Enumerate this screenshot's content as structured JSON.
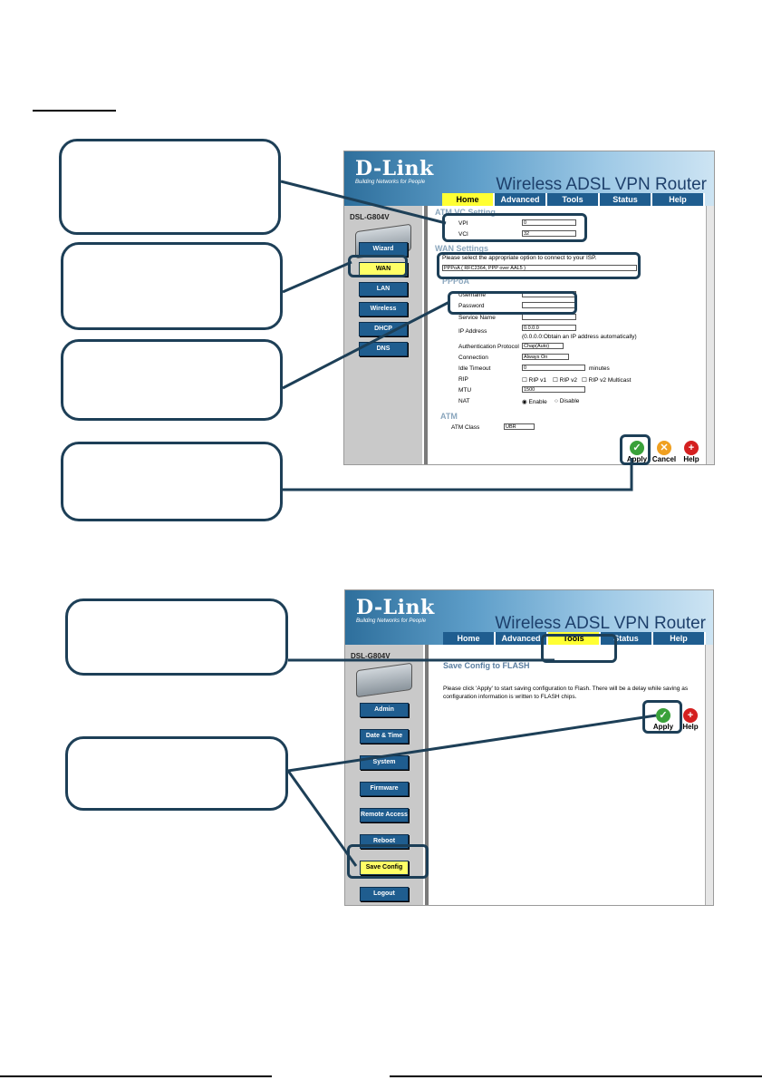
{
  "shot1": {
    "logo": "D-Link",
    "tagline": "Building Networks for People",
    "product": "Wireless ADSL VPN Router",
    "model": "DSL-G804V",
    "tabs": [
      {
        "label": "Home",
        "active": true
      },
      {
        "label": "Advanced",
        "active": false
      },
      {
        "label": "Tools",
        "active": false
      },
      {
        "label": "Status",
        "active": false
      },
      {
        "label": "Help",
        "active": false
      }
    ],
    "nav": [
      {
        "label": "Wizard",
        "active": false
      },
      {
        "label": "WAN",
        "active": true
      },
      {
        "label": "LAN",
        "active": false
      },
      {
        "label": "Wireless",
        "active": false
      },
      {
        "label": "DHCP",
        "active": false
      },
      {
        "label": "DNS",
        "active": false
      }
    ],
    "atm_vc_section": "ATM VC Setting",
    "vpi_label": "VPI",
    "vpi_value": "0",
    "vci_label": "VCI",
    "vci_value": "32",
    "wan_section": "WAN Settings",
    "wan_prompt": "Please select the appropriate option to connect to your ISP.",
    "wan_option": "PPPoA ( RFC2364, PPP over AAL5 )",
    "pppoa_section": "PPPoA",
    "username_label": "Username",
    "password_label": "Password",
    "service_name_label": "Service Name",
    "ip_address_label": "IP Address",
    "ip_address_value": "0.0.0.0",
    "ip_hint": "(0.0.0.0:Obtain an IP address automatically)",
    "auth_label": "Authentication Protocol",
    "auth_value": "Chap(Auto)",
    "connection_label": "Connection",
    "connection_value": "Always On",
    "idle_label": "Idle Timeout",
    "idle_value": "0",
    "idle_unit": "minutes",
    "rip_label": "RIP",
    "rip_opt1": "RIP v1",
    "rip_opt2": "RIP v2",
    "rip_opt3": "RIP v2 Multicast",
    "mtu_label": "MTU",
    "mtu_value": "1500",
    "nat_label": "NAT",
    "nat_enable": "Enable",
    "nat_disable": "Disable",
    "atm_section": "ATM",
    "atm_class_label": "ATM Class",
    "atm_class_value": "UBR",
    "apply_label": "Apply",
    "cancel_label": "Cancel",
    "help_label": "Help"
  },
  "shot2": {
    "logo": "D-Link",
    "tagline": "Building Networks for People",
    "product": "Wireless ADSL VPN Router",
    "model": "DSL-G804V",
    "tabs": [
      {
        "label": "Home",
        "active": false
      },
      {
        "label": "Advanced",
        "active": false
      },
      {
        "label": "Tools",
        "active": true
      },
      {
        "label": "Status",
        "active": false
      },
      {
        "label": "Help",
        "active": false
      }
    ],
    "nav": [
      {
        "label": "Admin",
        "active": false
      },
      {
        "label": "Date & Time",
        "active": false
      },
      {
        "label": "System",
        "active": false
      },
      {
        "label": "Firmware",
        "active": false
      },
      {
        "label": "Remote Access",
        "active": false
      },
      {
        "label": "Reboot",
        "active": false
      },
      {
        "label": "Save Config",
        "active": true
      },
      {
        "label": "Logout",
        "active": false
      }
    ],
    "section_title": "Save Config to FLASH",
    "message": "Please click 'Apply' to start saving configuration to Flash. There will be a delay while saving as configuration information is written to FLASH chips.",
    "apply_label": "Apply",
    "help_label": "Help"
  },
  "colors": {
    "accent_dark": "#1d3f57",
    "nav_blue": "#1f5d8f",
    "active_yellow": "#ffff33",
    "apply_green": "#3aa13a",
    "cancel_orange": "#f0a020",
    "help_red": "#d42020"
  }
}
